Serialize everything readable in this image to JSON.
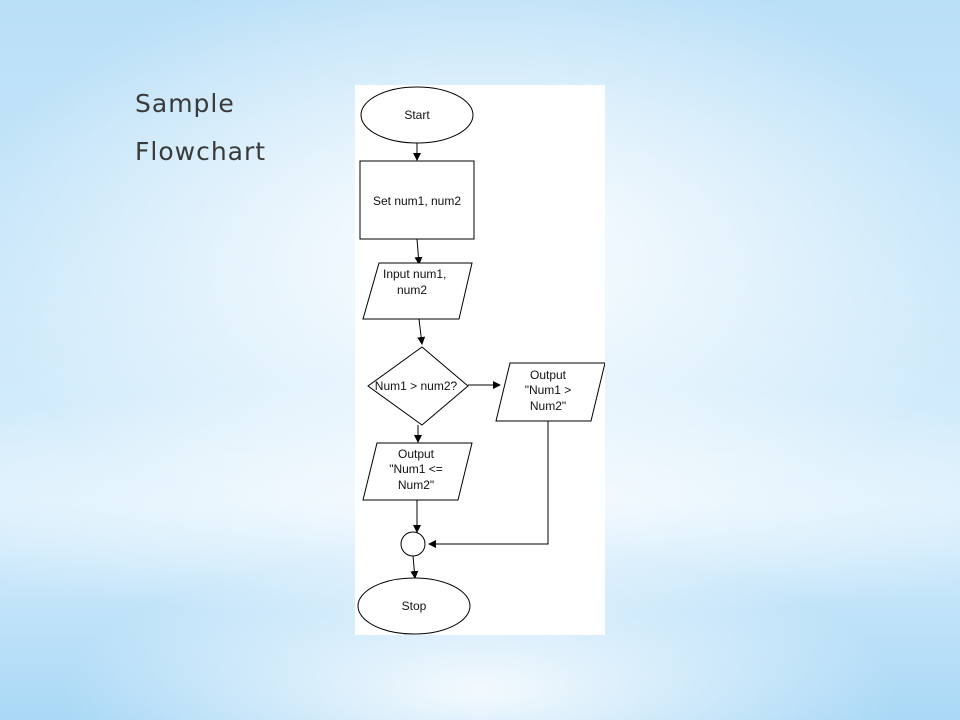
{
  "slide": {
    "title_line1": "Sample",
    "title_line2": "Flowchart"
  },
  "flowchart": {
    "start_label": "Start",
    "set_label": "Set num1, num2",
    "input_label_line1": "Input num1,",
    "input_label_line2": "num2",
    "decision_label": "Num1 > num2?",
    "output_true_line1": "Output",
    "output_true_line2": "\"Num1 >",
    "output_true_line3": "Num2\"",
    "output_false_line1": "Output",
    "output_false_line2": "\"Num1  <=",
    "output_false_line3": "Num2\"",
    "stop_label": "Stop"
  }
}
